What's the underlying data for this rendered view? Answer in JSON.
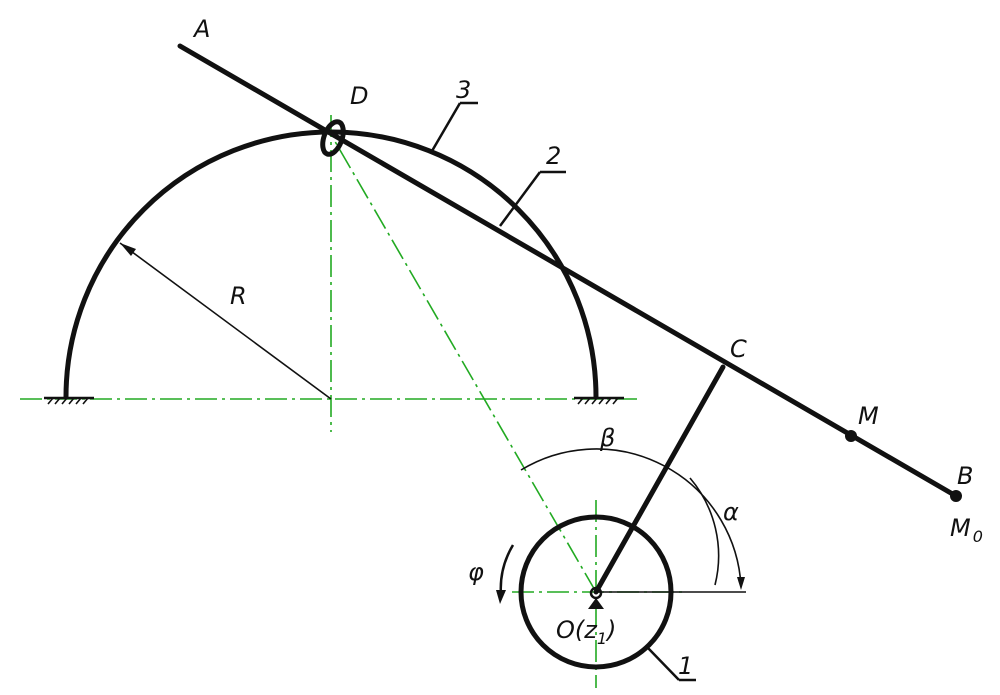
{
  "labels": {
    "A": "A",
    "D": "D",
    "three": "3",
    "two": "2",
    "R": "R",
    "C": "C",
    "M": "M",
    "B": "B",
    "M0_main": "M",
    "M0_sub": "0",
    "beta": "β",
    "alpha": "α",
    "phi": "φ",
    "O_main": "O(z",
    "O_sub": "1",
    "O_close": ")",
    "one": "1"
  },
  "colors": {
    "line": "#111111",
    "axis": "#22aa22",
    "background": "#ffffff"
  }
}
